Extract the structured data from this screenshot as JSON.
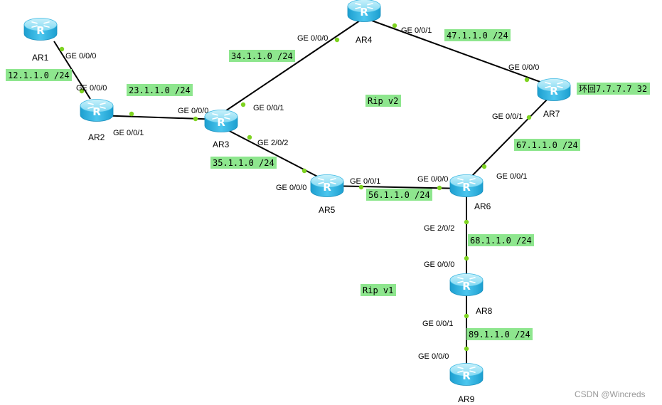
{
  "colors": {
    "link": "#000000",
    "port_dot": "#7ed321",
    "label_bg": "#8ee68e",
    "router_top": "#9ee4f6",
    "router_side": "#2fb4e0"
  },
  "routers": [
    {
      "id": "AR1",
      "label": "AR1"
    },
    {
      "id": "AR2",
      "label": "AR2"
    },
    {
      "id": "AR3",
      "label": "AR3"
    },
    {
      "id": "AR4",
      "label": "AR4"
    },
    {
      "id": "AR5",
      "label": "AR5"
    },
    {
      "id": "AR6",
      "label": "AR6"
    },
    {
      "id": "AR7",
      "label": "AR7"
    },
    {
      "id": "AR8",
      "label": "AR8"
    },
    {
      "id": "AR9",
      "label": "AR9"
    }
  ],
  "router_icon_letter": "R",
  "links": [
    {
      "from": "AR1",
      "to": "AR2",
      "from_port": "GE 0/0/0",
      "to_port": "GE 0/0/0"
    },
    {
      "from": "AR2",
      "to": "AR3",
      "from_port": "GE 0/0/1",
      "to_port": "GE 0/0/0"
    },
    {
      "from": "AR3",
      "to": "AR4",
      "from_port": "GE 0/0/1",
      "to_port": "GE 0/0/0"
    },
    {
      "from": "AR3",
      "to": "AR5",
      "from_port": "GE 2/0/2",
      "to_port": "GE 0/0/0"
    },
    {
      "from": "AR4",
      "to": "AR7",
      "from_port": "GE 0/0/1",
      "to_port": "GE 0/0/0"
    },
    {
      "from": "AR5",
      "to": "AR6",
      "from_port": "GE 0/0/1",
      "to_port": "GE 0/0/0"
    },
    {
      "from": "AR6",
      "to": "AR7",
      "from_port": "GE 0/0/1",
      "to_port": "GE 0/0/1"
    },
    {
      "from": "AR6",
      "to": "AR8",
      "from_port": "GE 2/0/2",
      "to_port": "GE 0/0/0"
    },
    {
      "from": "AR8",
      "to": "AR9",
      "from_port": "GE 0/0/1",
      "to_port": "GE 0/0/0"
    }
  ],
  "network_labels": [
    {
      "id": "net-12",
      "text": "12.1.1.0 /24"
    },
    {
      "id": "net-23",
      "text": "23.1.1.0 /24"
    },
    {
      "id": "net-34",
      "text": "34.1.1.0 /24"
    },
    {
      "id": "net-35",
      "text": "35.1.1.0 /24"
    },
    {
      "id": "net-47",
      "text": "47.1.1.0 /24"
    },
    {
      "id": "net-56",
      "text": "56.1.1.0 /24"
    },
    {
      "id": "net-67",
      "text": "67.1.1.0 /24"
    },
    {
      "id": "net-68",
      "text": "68.1.1.0 /24"
    },
    {
      "id": "net-89",
      "text": "89.1.1.0 /24"
    },
    {
      "id": "loopback-ar7",
      "text": "环回7.7.7.7 32"
    },
    {
      "id": "area-rip-v2",
      "text": "Rip v2"
    },
    {
      "id": "area-rip-v1",
      "text": "Rip v1"
    }
  ],
  "watermark": "CSDN @Wincreds"
}
